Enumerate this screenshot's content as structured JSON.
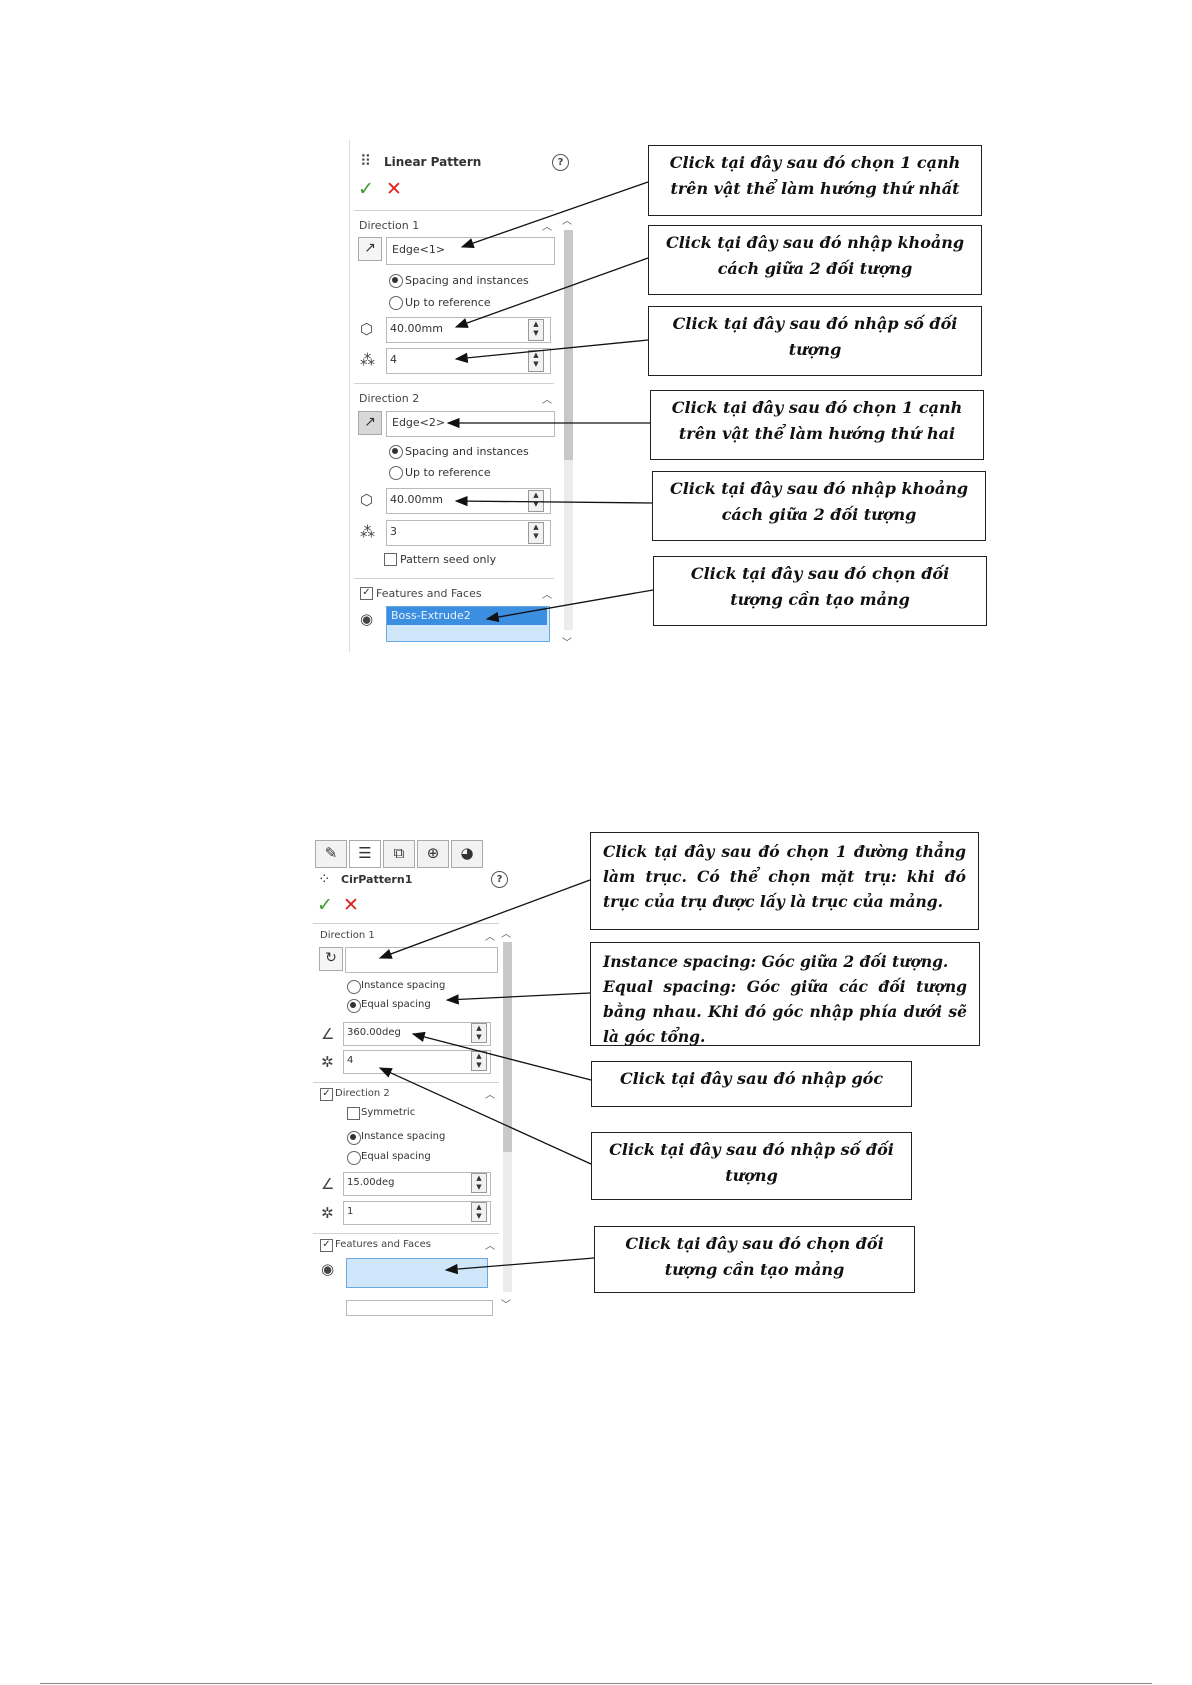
{
  "linear_pattern": {
    "title": "Linear Pattern",
    "help_icon": "?",
    "direction1": {
      "header": "Direction 1",
      "edge": "Edge<1>",
      "option_spacing": "Spacing and instances",
      "option_reference": "Up to reference",
      "spacing": "40.00mm",
      "instances": "4"
    },
    "direction2": {
      "header": "Direction 2",
      "edge": "Edge<2>",
      "option_spacing": "Spacing and instances",
      "option_reference": "Up to reference",
      "spacing": "40.00mm",
      "instances": "3",
      "seed_only": "Pattern seed only"
    },
    "features": {
      "header": "Features and Faces",
      "item": "Boss-Extrude2"
    }
  },
  "circular_pattern": {
    "title": "CirPattern1",
    "help_icon": "?",
    "direction1": {
      "header": "Direction 1",
      "axis": "",
      "option_instance": "Instance spacing",
      "option_equal": "Equal spacing",
      "angle": "360.00deg",
      "instances": "4"
    },
    "direction2": {
      "header": "Direction 2",
      "symmetric": "Symmetric",
      "option_instance": "Instance spacing",
      "option_equal": "Equal spacing",
      "angle": "15.00deg",
      "instances": "1"
    },
    "features": {
      "header": "Features and Faces"
    }
  },
  "callouts_linear": [
    "Click tại đây sau đó chọn 1 cạnh trên vật thể làm hướng thứ nhất",
    "Click tại đây sau đó nhập khoảng cách giữa 2 đối tượng",
    "Click tại đây sau đó nhập số đối tượng",
    "Click tại đây sau đó chọn 1 cạnh trên vật thể làm hướng thứ hai",
    "Click tại đây sau đó nhập khoảng cách giữa 2 đối tượng",
    "Click tại đây sau đó chọn đối tượng cần tạo mảng"
  ],
  "callouts_circular": {
    "axis": "Click tại đây sau đó chọn 1 đường thẳng làm trục. Có thể chọn mặt trụ: khi đó trục của trụ được lấy là trục của mảng.",
    "spacing_line1": "Instance spacing: Góc giữa 2 đối tượng.",
    "spacing_line2": "Equal spacing: Góc giữa các đối tượng bằng nhau. Khi đó góc nhập phía dưới sẽ là góc tổng.",
    "angle": "Click tại đây sau đó nhập góc",
    "count": "Click tại đây sau đó nhập số đối tượng",
    "features": "Click tại đây sau đó chọn đối tượng cần tạo mảng"
  }
}
